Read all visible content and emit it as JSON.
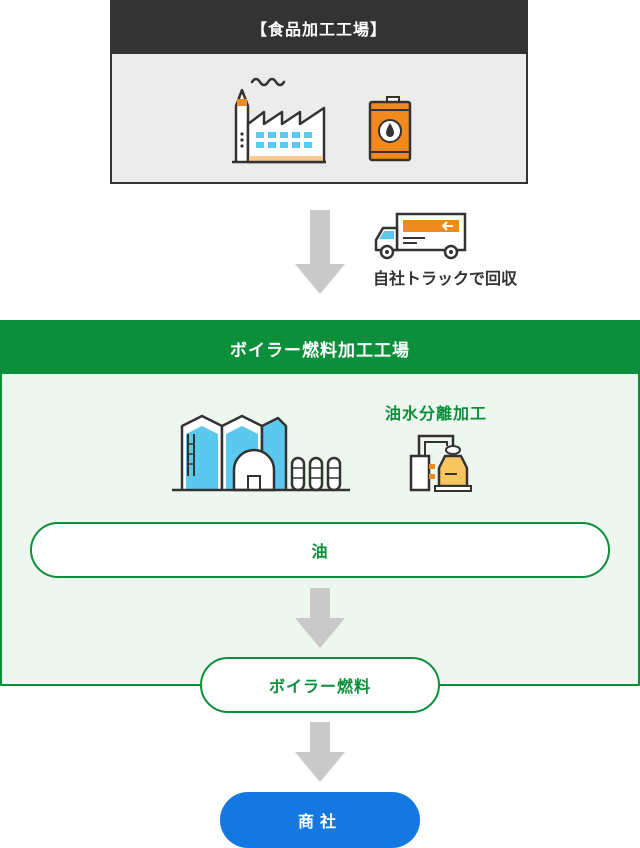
{
  "factory": {
    "title": "【食品加工工場】"
  },
  "transport": {
    "caption": "自社トラックで回収"
  },
  "plant": {
    "title": "ボイラー燃料加工工場",
    "separation_label": "油水分離加工"
  },
  "flow": {
    "oil_label": "油",
    "fuel_label": "ボイラー燃料",
    "trader_label": "商社"
  },
  "colors": {
    "dark": "#333333",
    "green": "#0b8f3a",
    "blue": "#1577e0",
    "orange": "#f08a1c",
    "cyan": "#5bc8ee",
    "arrow_gray": "#c9c9c9"
  },
  "icons": [
    "factory-icon",
    "oil-can-icon",
    "truck-icon",
    "boiler-plant-icon",
    "oil-water-separator-icon",
    "down-arrow-icon"
  ]
}
